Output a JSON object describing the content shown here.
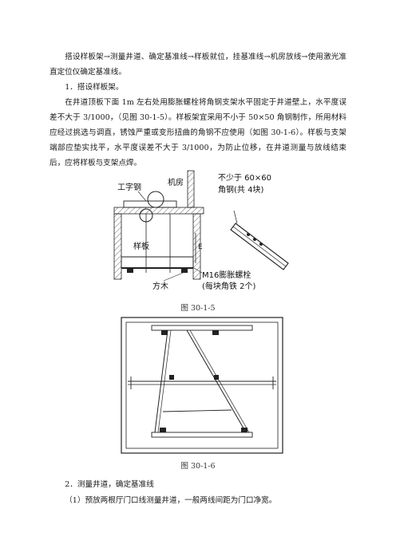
{
  "body": {
    "intro": "搭设样板架→测量井道、确定基准线→样板就位，挂基准线→机房放线→使用激光准直定位仪确定基准线。",
    "step1_heading": "1．搭设样板架。",
    "step1_text": "在井道顶板下面 1m 左右处用膨胀螺栓将角钢支架水平固定于井道壁上，水平度误差不大于 3/1000，（见图 30-1-5）。样板架宜采用不小于 50×50 角钢制作，所用材料应经过挑选与调直，锈蚀严重或变形扭曲的角钢不应使用（如图 30-1-6）。样板与支架端部应垫实找平，水平度误差不大于 3/1000，为防止位移，在井道测量与放线结束后，应将样板与支架点焊。",
    "step2_heading": "2．测量井道，确定基准线",
    "step2_text": "（1）预放两根厅门口线测量井道，一般两线间距为门口净宽。"
  },
  "figure1": {
    "caption": "图 30-1-5",
    "label_ibeam": "工字钢",
    "label_machine_room": "机房",
    "label_template": "样板",
    "label_timber": "方木",
    "label_angle_1": "不少于 60×60",
    "label_angle_2": "角钢(共 4块)",
    "label_bolt_1": "M16膨胀螺栓",
    "label_bolt_2": "(每块角铁 2个)",
    "label_e": "E"
  },
  "figure2": {
    "caption": "图 30-1-6"
  }
}
